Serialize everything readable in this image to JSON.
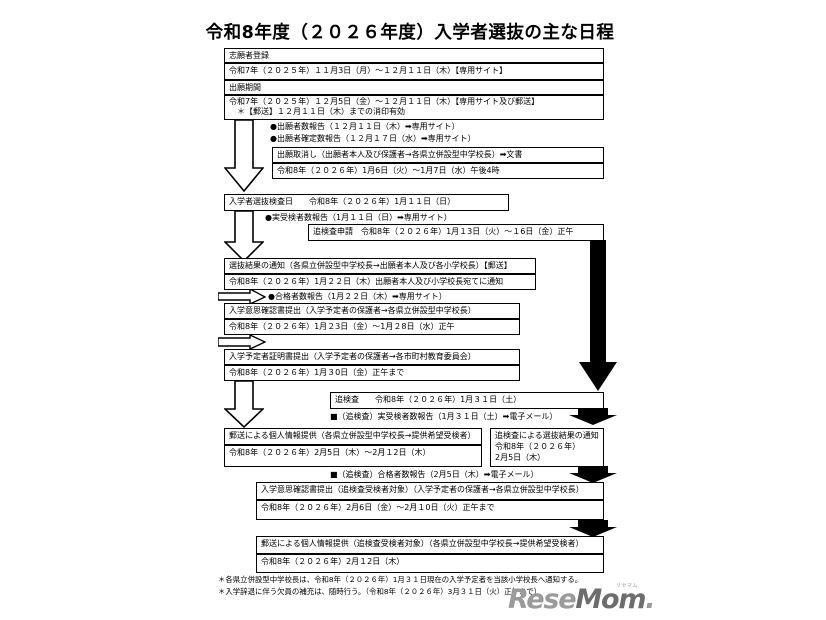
{
  "document": {
    "title": "令和8年度（２０２６年度）入学者選抜の主な日程"
  },
  "sections": {
    "registration": {
      "header": "志願者登録",
      "period": "令和7年（２０２５年）１１月3日（月）〜１２月１１日（木）【専用サイト】"
    },
    "application": {
      "header": "出願期間",
      "period": "令和7年（２０２５年）１２月5日（金）〜１２月１１日（木）【専用サイト及び郵送】",
      "note": "＊【郵送】１２月１１日（木）までの消印有効"
    },
    "applicant_reports": {
      "line1": "●出願者数報告（１２月１１日（木）➡専用サイト）",
      "line2": "●出願者確定数報告（１２月１７日（水）➡専用サイト）"
    },
    "withdrawal": {
      "header": "出願取消し（出願者本人及び保護者→各県立併設型中学校長）➡文書",
      "period": "令和8年（２０２６年）1月6日（火）〜1月7日（水）午後4時"
    },
    "exam_day": {
      "header": "入学者選抜検査日　　令和8年（２０２６年）1月１１日（日）",
      "note": "●実受検者数報告（1月１１日（日）➡専用サイト）"
    },
    "supplementary_application": {
      "header": "追検査申請　令和8年（２０２６年）1月１3日（火）〜１6日（金）正午"
    },
    "selection_result": {
      "header": "選抜結果の通知（各県立併設型中学校長→出願者本人及び各小学校長）【郵送】",
      "period": "令和8年（２０２６年）1月２２日（木）出願者本人及び小学校長宛てに通知",
      "note": "●合格者数報告（1月２２日（木）➡専用サイト）"
    },
    "enrollment_intent": {
      "header": "入学意思確認書提出（入学予定者の保護者→各県立併設型中学校長）",
      "period": "令和8年（２０２６年）1月２3日（金）〜1月２8日（水）正午"
    },
    "enrollment_certificate": {
      "header": "入学予定者証明書提出（入学予定者の保護者→各市町村教育委員会）",
      "period": "令和8年（２０２６年）1月３0日（金）正午まで"
    },
    "supplementary_exam": {
      "header": "追検査　　令和8年（２０２６年）1月３１日（土）",
      "note": "■（追検査）実受検者数報告（1月３１日（土）➡電子メール）"
    },
    "mail_info_provision": {
      "header": "郵送による個人情報提供（各県立併設型中学校長→提供希望受検者）",
      "period": "令和8年（２０２６年）2月5日（木）〜2月１2日（木）",
      "note": "■（追検査）合格者数報告（2月5日（木）➡電子メール）"
    },
    "supplementary_result": {
      "line1": "追検査による選抜結果の通知",
      "line2": "令和8年（２０２６年）",
      "line3": "2月5日（木）"
    },
    "intent_supplementary": {
      "header": "入学意思確認書提出（追検査受検者対象）（入学予定者の保護者→各県立併設型中学校長）",
      "period": "令和8年（２０２６年）2月6日（金）〜2月１0日（火）正午まで"
    },
    "mail_info_supplementary": {
      "header": "郵送による個人情報提供（追検査受検者対象）（各県立併設型中学校長→提供希望受検者）",
      "period": "令和8年（２０２６年）2月１2日（木）"
    }
  },
  "footnotes": {
    "note1": "＊各県立併設型中学校長は、令和8年（２０２６年）1月３１日現在の入学予定者を当該小学校長へ通知する。",
    "note2": "＊入学辞退に伴う欠員の補充は、随時行う。（令和8年（２０２６年）3月３１日（火）正午まで）"
  },
  "logo": {
    "text_light": "Rese",
    "text_dark": "Mom",
    "text_suffix": ".",
    "tm": "リセマム"
  }
}
